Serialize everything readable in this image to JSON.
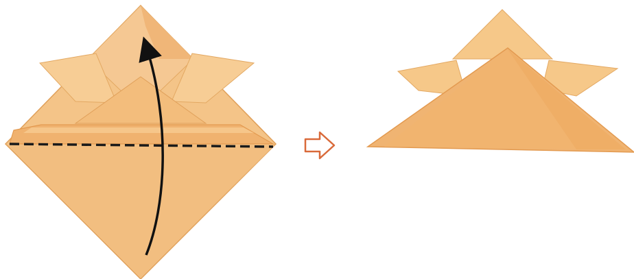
{
  "diagram": {
    "steps": [
      {
        "id": "before-fold",
        "instruction": "valley-fold"
      },
      {
        "id": "after-fold"
      }
    ],
    "colors": {
      "paper_light": "#f6cb8e",
      "paper_mid": "#f1b872",
      "paper_dark": "#eda45a",
      "paper_edge": "#e39a50",
      "flap": "#f8d29b",
      "fold_line": "#1a1a1a",
      "arrow": "#111111",
      "next_arrow": "#d96a3a"
    },
    "icons": {
      "fold_arrow": "curved-arrow-icon",
      "step_arrow": "outline-right-arrow-icon"
    }
  }
}
